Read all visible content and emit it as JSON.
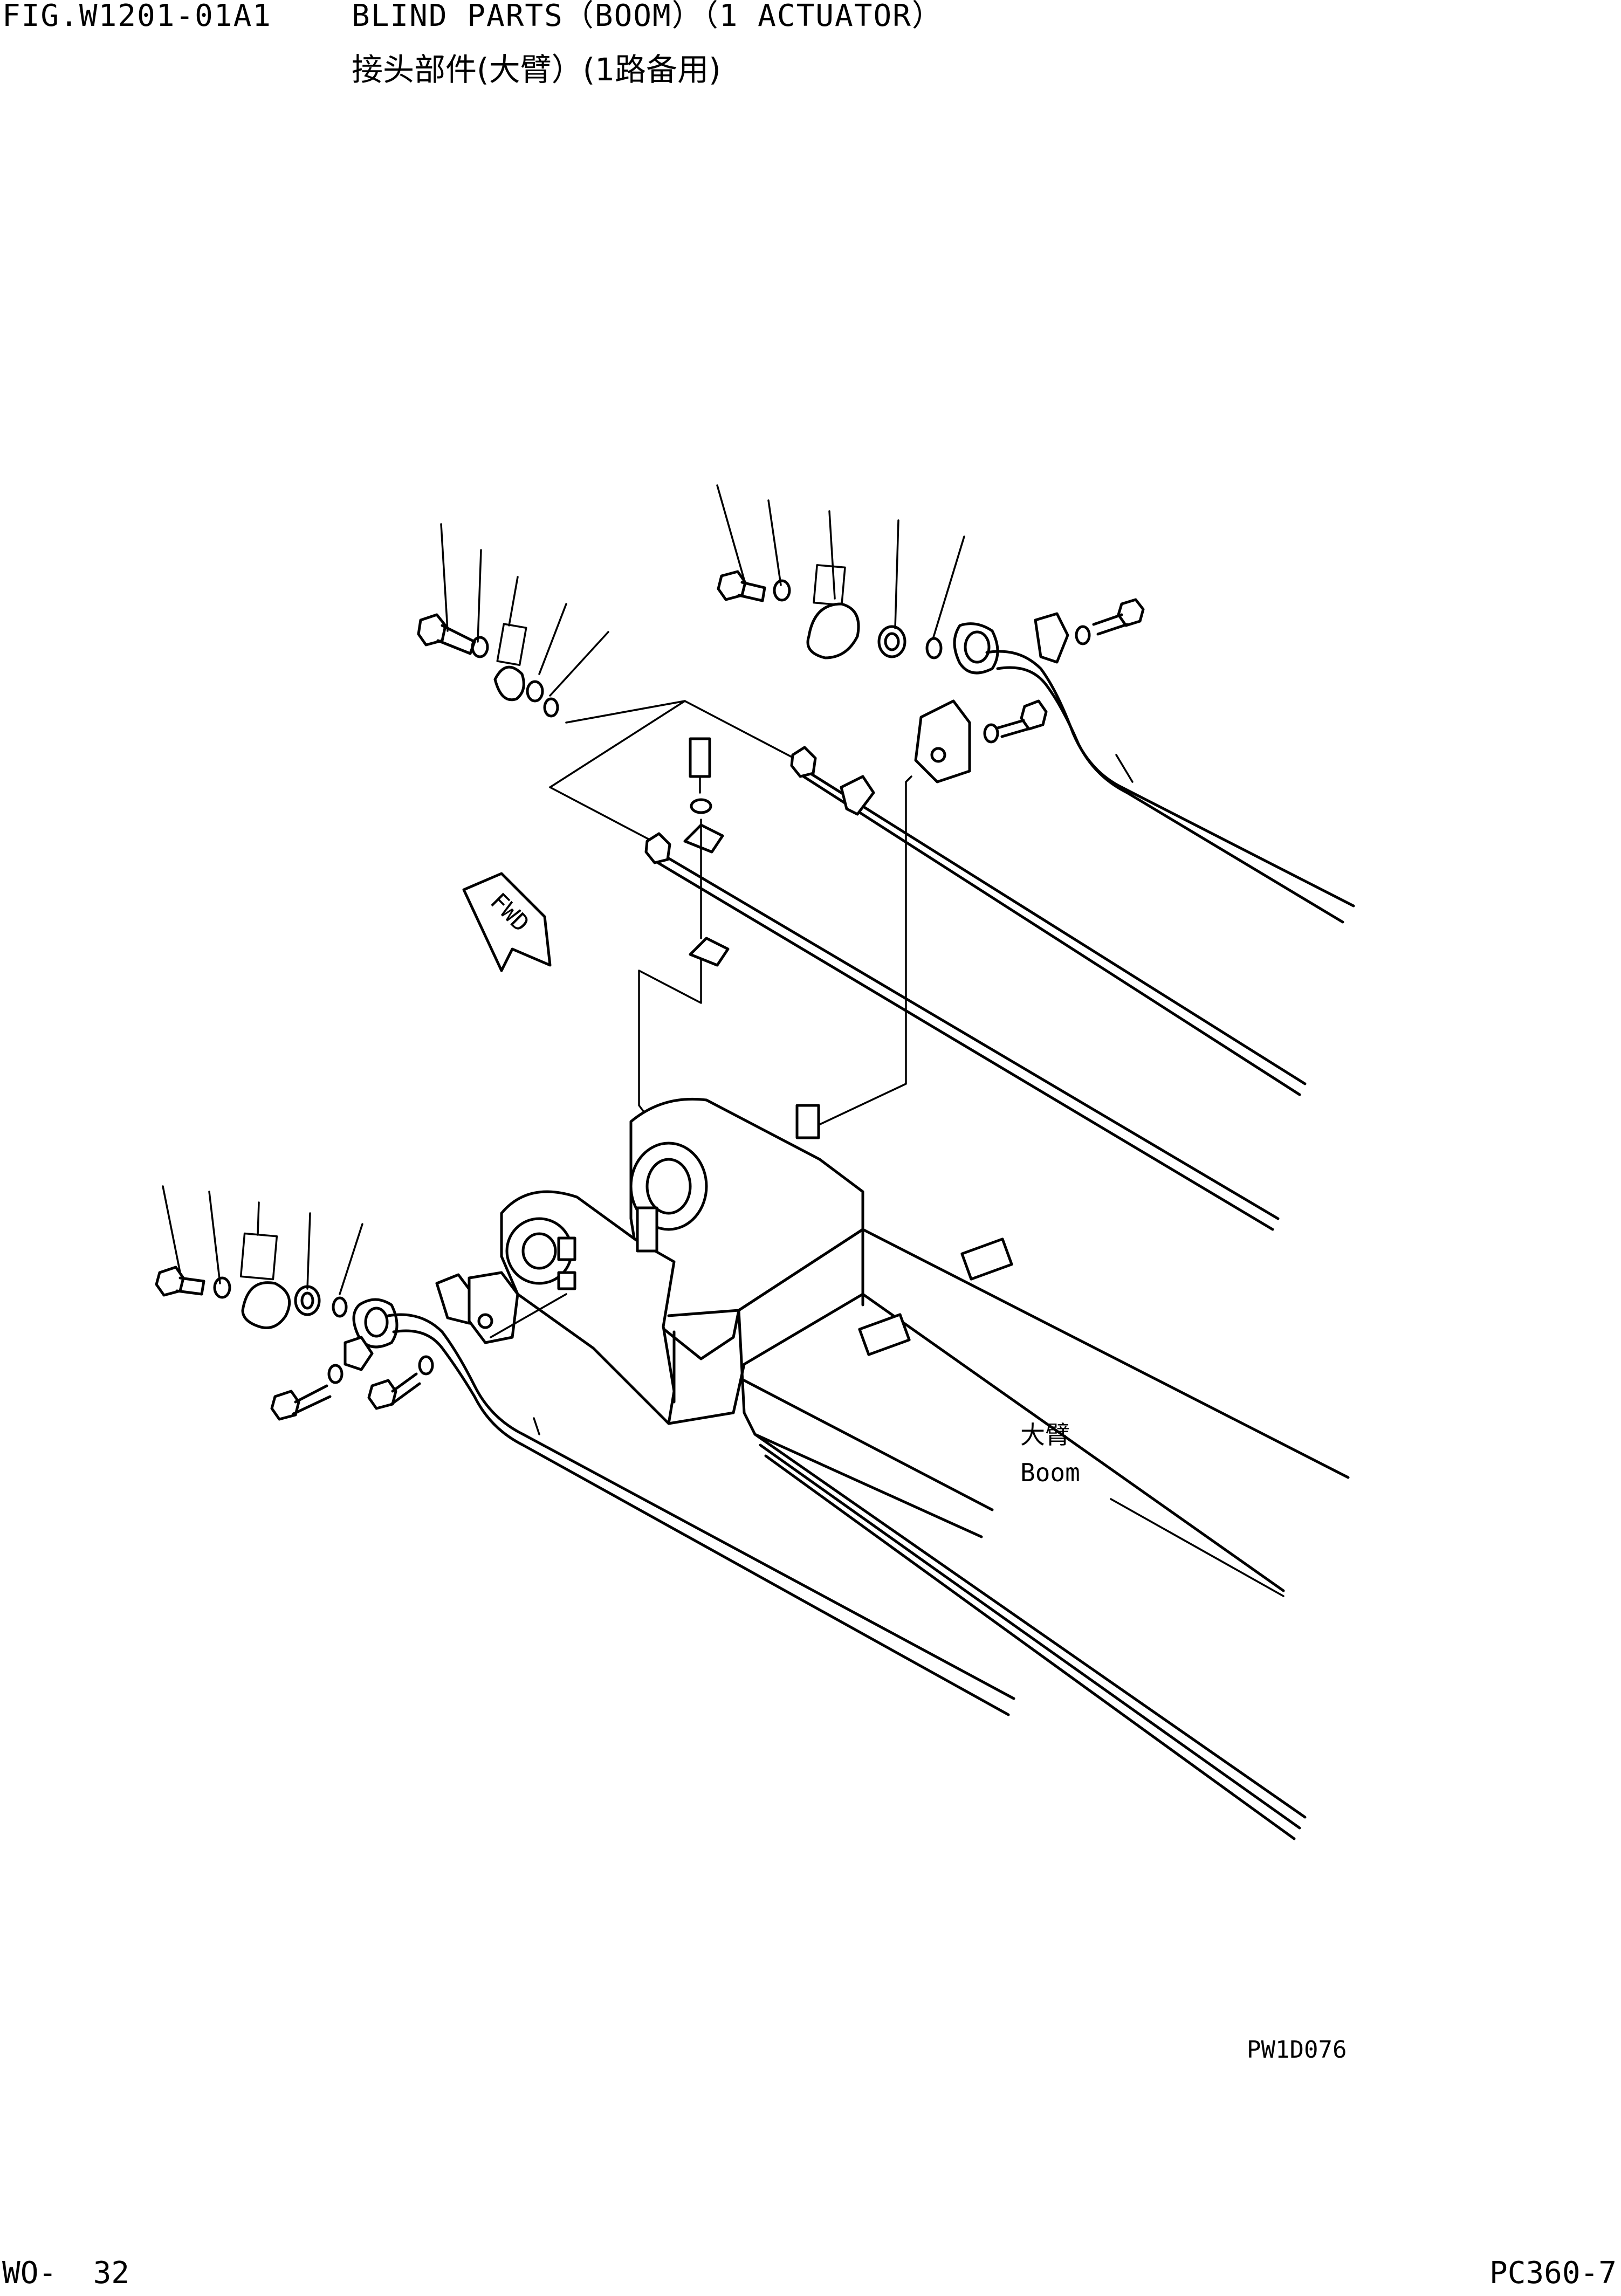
{
  "header": {
    "fig_id": "FIG.W1201-01A1",
    "title_en": "BLIND PARTS（BOOM）（1 ACTUATOR）",
    "title_zh": "接头部件(大臂）(1路备用)"
  },
  "drawing": {
    "fwd_label": "FWD",
    "boom_label_zh": "大臂",
    "boom_label_en": "Boom",
    "drawing_code": "PW1D076"
  },
  "footer": {
    "page_number": "WO-  32",
    "model": "PC360-7"
  }
}
